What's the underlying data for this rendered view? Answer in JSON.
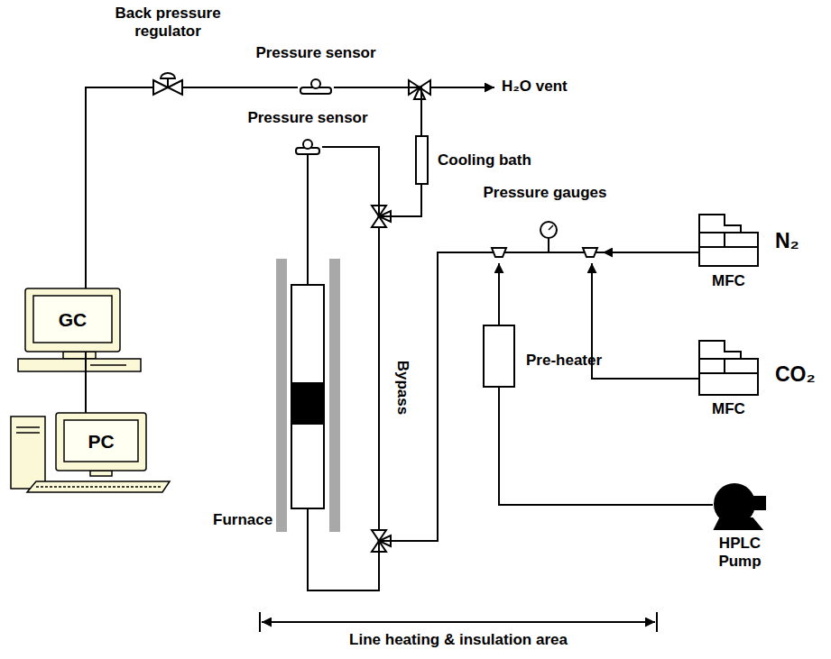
{
  "diagram": {
    "nodes": [
      {
        "text": [
          "Back pressure regulator"
        ]
      },
      {
        "text": [
          "Pressure sensor"
        ]
      },
      {
        "text": [
          "Pressure sensor"
        ]
      },
      {
        "text": [
          "Cooling bath"
        ]
      },
      {
        "text": [
          "Pressure gauges"
        ]
      },
      {
        "text": [
          "MFC",
          "N₂"
        ]
      },
      {
        "text": [
          "Furnace"
        ]
      },
      {
        "text": [
          "MFC",
          "CO₂"
        ]
      },
      {
        "text": [
          "Pre-heater"
        ]
      },
      {
        "text": [
          "GC"
        ]
      },
      {
        "text": [
          "PC"
        ]
      },
      {
        "text": [
          "HPLC Pump"
        ]
      }
    ],
    "edges": [
      {
        "from": 5,
        "to": 4,
        "arrow": "to"
      },
      {
        "from": 7,
        "to": 4,
        "arrow": "to"
      },
      {
        "from": 11,
        "to": 8,
        "arrow": "none"
      },
      {
        "from": 8,
        "to": 4,
        "arrow": "to"
      },
      {
        "from": 4,
        "to": 6,
        "arrow": "none"
      },
      {
        "from": 6,
        "to": 2,
        "arrow": "none"
      },
      {
        "from": 2,
        "to": 3,
        "arrow": "none"
      },
      {
        "from": 3,
        "to": 1,
        "arrow": "none"
      },
      {
        "from": 1,
        "to": 0,
        "arrow": "none"
      },
      {
        "from": 0,
        "to": 9,
        "arrow": "none"
      },
      {
        "from": 9,
        "to": 10,
        "arrow": "none"
      }
    ],
    "labels": [
      "H₂O vent",
      "Bypass",
      "Line heating & insulation area"
    ]
  }
}
